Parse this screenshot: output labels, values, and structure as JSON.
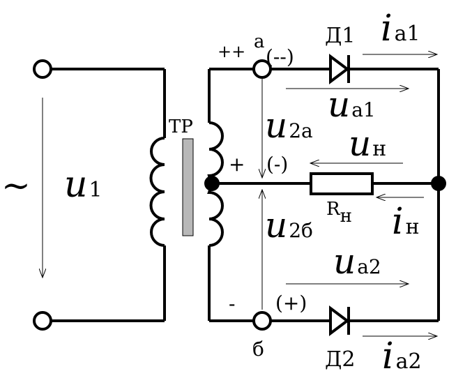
{
  "labels": {
    "tilde": "~",
    "u1_main": "u",
    "u1_sub": "1",
    "transformer": "TP",
    "plus_plus": "++",
    "node_a": "a",
    "minus_minus": "(--)",
    "d1": "Д1",
    "ia1_main": "i",
    "ia1_sub": "a1",
    "ua1_main": "u",
    "ua1_sub": "a1",
    "u2a_main": "u",
    "u2a_sub": "2a",
    "plus": "+",
    "minus_paren": "(-)",
    "un_main": "u",
    "un_sub": "н",
    "rn_main": "R",
    "rn_sub": "н",
    "in_main": "i",
    "in_sub": "н",
    "u2b_main": "u",
    "u2b_sub": "2б",
    "ua2_main": "u",
    "ua2_sub": "a2",
    "minus": "-",
    "plus_paren": "(+)",
    "node_b": "б",
    "d2": "Д2",
    "ia2_main": "i",
    "ia2_sub": "a2"
  },
  "colors": {
    "wire": "#000000",
    "core": "#b8b8b8"
  }
}
